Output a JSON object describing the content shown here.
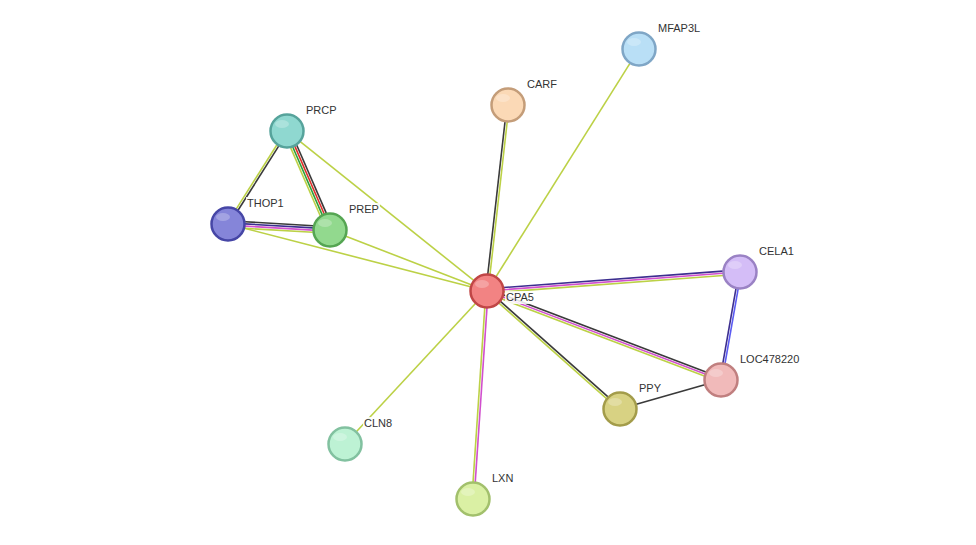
{
  "diagram": {
    "nodes": [
      {
        "text": [
          "MFAP3L"
        ]
      },
      {
        "text": [
          "CARF"
        ]
      },
      {
        "text": [
          "PRCP"
        ]
      },
      {
        "text": [
          "THOP1"
        ]
      },
      {
        "text": [
          "PREP"
        ]
      },
      {
        "text": [
          "CPA5"
        ]
      },
      {
        "text": [
          "CELA1"
        ]
      },
      {
        "text": [
          "LOC478220"
        ]
      },
      {
        "text": [
          "PPY"
        ]
      },
      {
        "text": [
          "CLN8"
        ]
      },
      {
        "text": [
          "LXN"
        ]
      }
    ],
    "edges": [
      {
        "from": 5,
        "to": 0,
        "arrow": "none"
      },
      {
        "from": 5,
        "to": 1,
        "arrow": "none"
      },
      {
        "from": 5,
        "to": 2,
        "arrow": "none"
      },
      {
        "from": 5,
        "to": 3,
        "arrow": "none"
      },
      {
        "from": 5,
        "to": 4,
        "arrow": "none"
      },
      {
        "from": 2,
        "to": 3,
        "arrow": "none"
      },
      {
        "from": 2,
        "to": 4,
        "arrow": "none"
      },
      {
        "from": 3,
        "to": 4,
        "arrow": "none"
      },
      {
        "from": 5,
        "to": 6,
        "arrow": "none"
      },
      {
        "from": 5,
        "to": 7,
        "arrow": "none"
      },
      {
        "from": 5,
        "to": 8,
        "arrow": "none"
      },
      {
        "from": 5,
        "to": 9,
        "arrow": "none"
      },
      {
        "from": 5,
        "to": 10,
        "arrow": "none"
      },
      {
        "from": 6,
        "to": 7,
        "arrow": "none"
      },
      {
        "from": 8,
        "to": 7,
        "arrow": "none"
      }
    ]
  }
}
